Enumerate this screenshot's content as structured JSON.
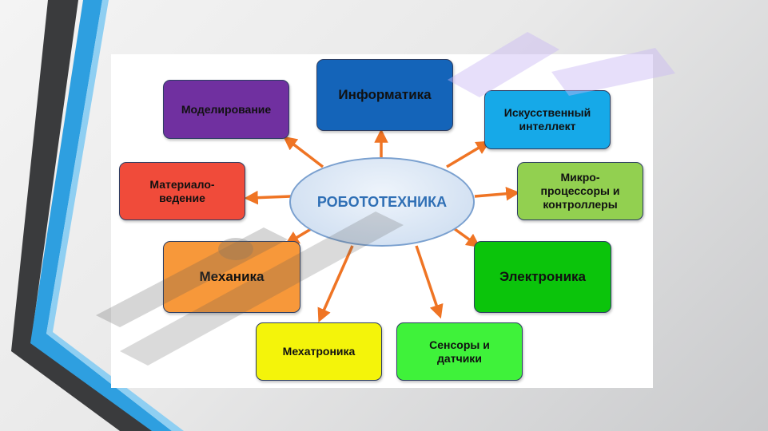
{
  "diagram": {
    "center": "РОБОТОТЕХНИКА",
    "nodes": [
      {
        "id": "informatika",
        "label": "Информатика",
        "color": "#1464b9",
        "text_color": "#111111"
      },
      {
        "id": "modelirovanie",
        "label": "Моделирование",
        "color": "#7030a0",
        "text_color": "#111111"
      },
      {
        "id": "iskusstvennyi-intellekt",
        "label": "Искусственный интеллект",
        "color": "#16a9e8",
        "text_color": "#111111"
      },
      {
        "id": "materialovedenie",
        "label": "Материало-ведение",
        "color": "#f04b3a",
        "text_color": "#111111"
      },
      {
        "id": "mikroprocessory",
        "label": "Микро-процессоры и контроллеры",
        "color": "#92d050",
        "text_color": "#111111"
      },
      {
        "id": "mekhanika",
        "label": "Механика",
        "color": "#f7983a",
        "text_color": "#111111"
      },
      {
        "id": "elektronika",
        "label": "Электроника",
        "color": "#0bc40b",
        "text_color": "#111111"
      },
      {
        "id": "mekhatronika",
        "label": "Мехатроника",
        "color": "#f4f40a",
        "text_color": "#111111"
      },
      {
        "id": "sensory",
        "label": "Сенсоры и датчики",
        "color": "#3ff23a",
        "text_color": "#111111"
      }
    ],
    "arrow_color": "#ef7424",
    "center_color": "#2f6fb5"
  }
}
